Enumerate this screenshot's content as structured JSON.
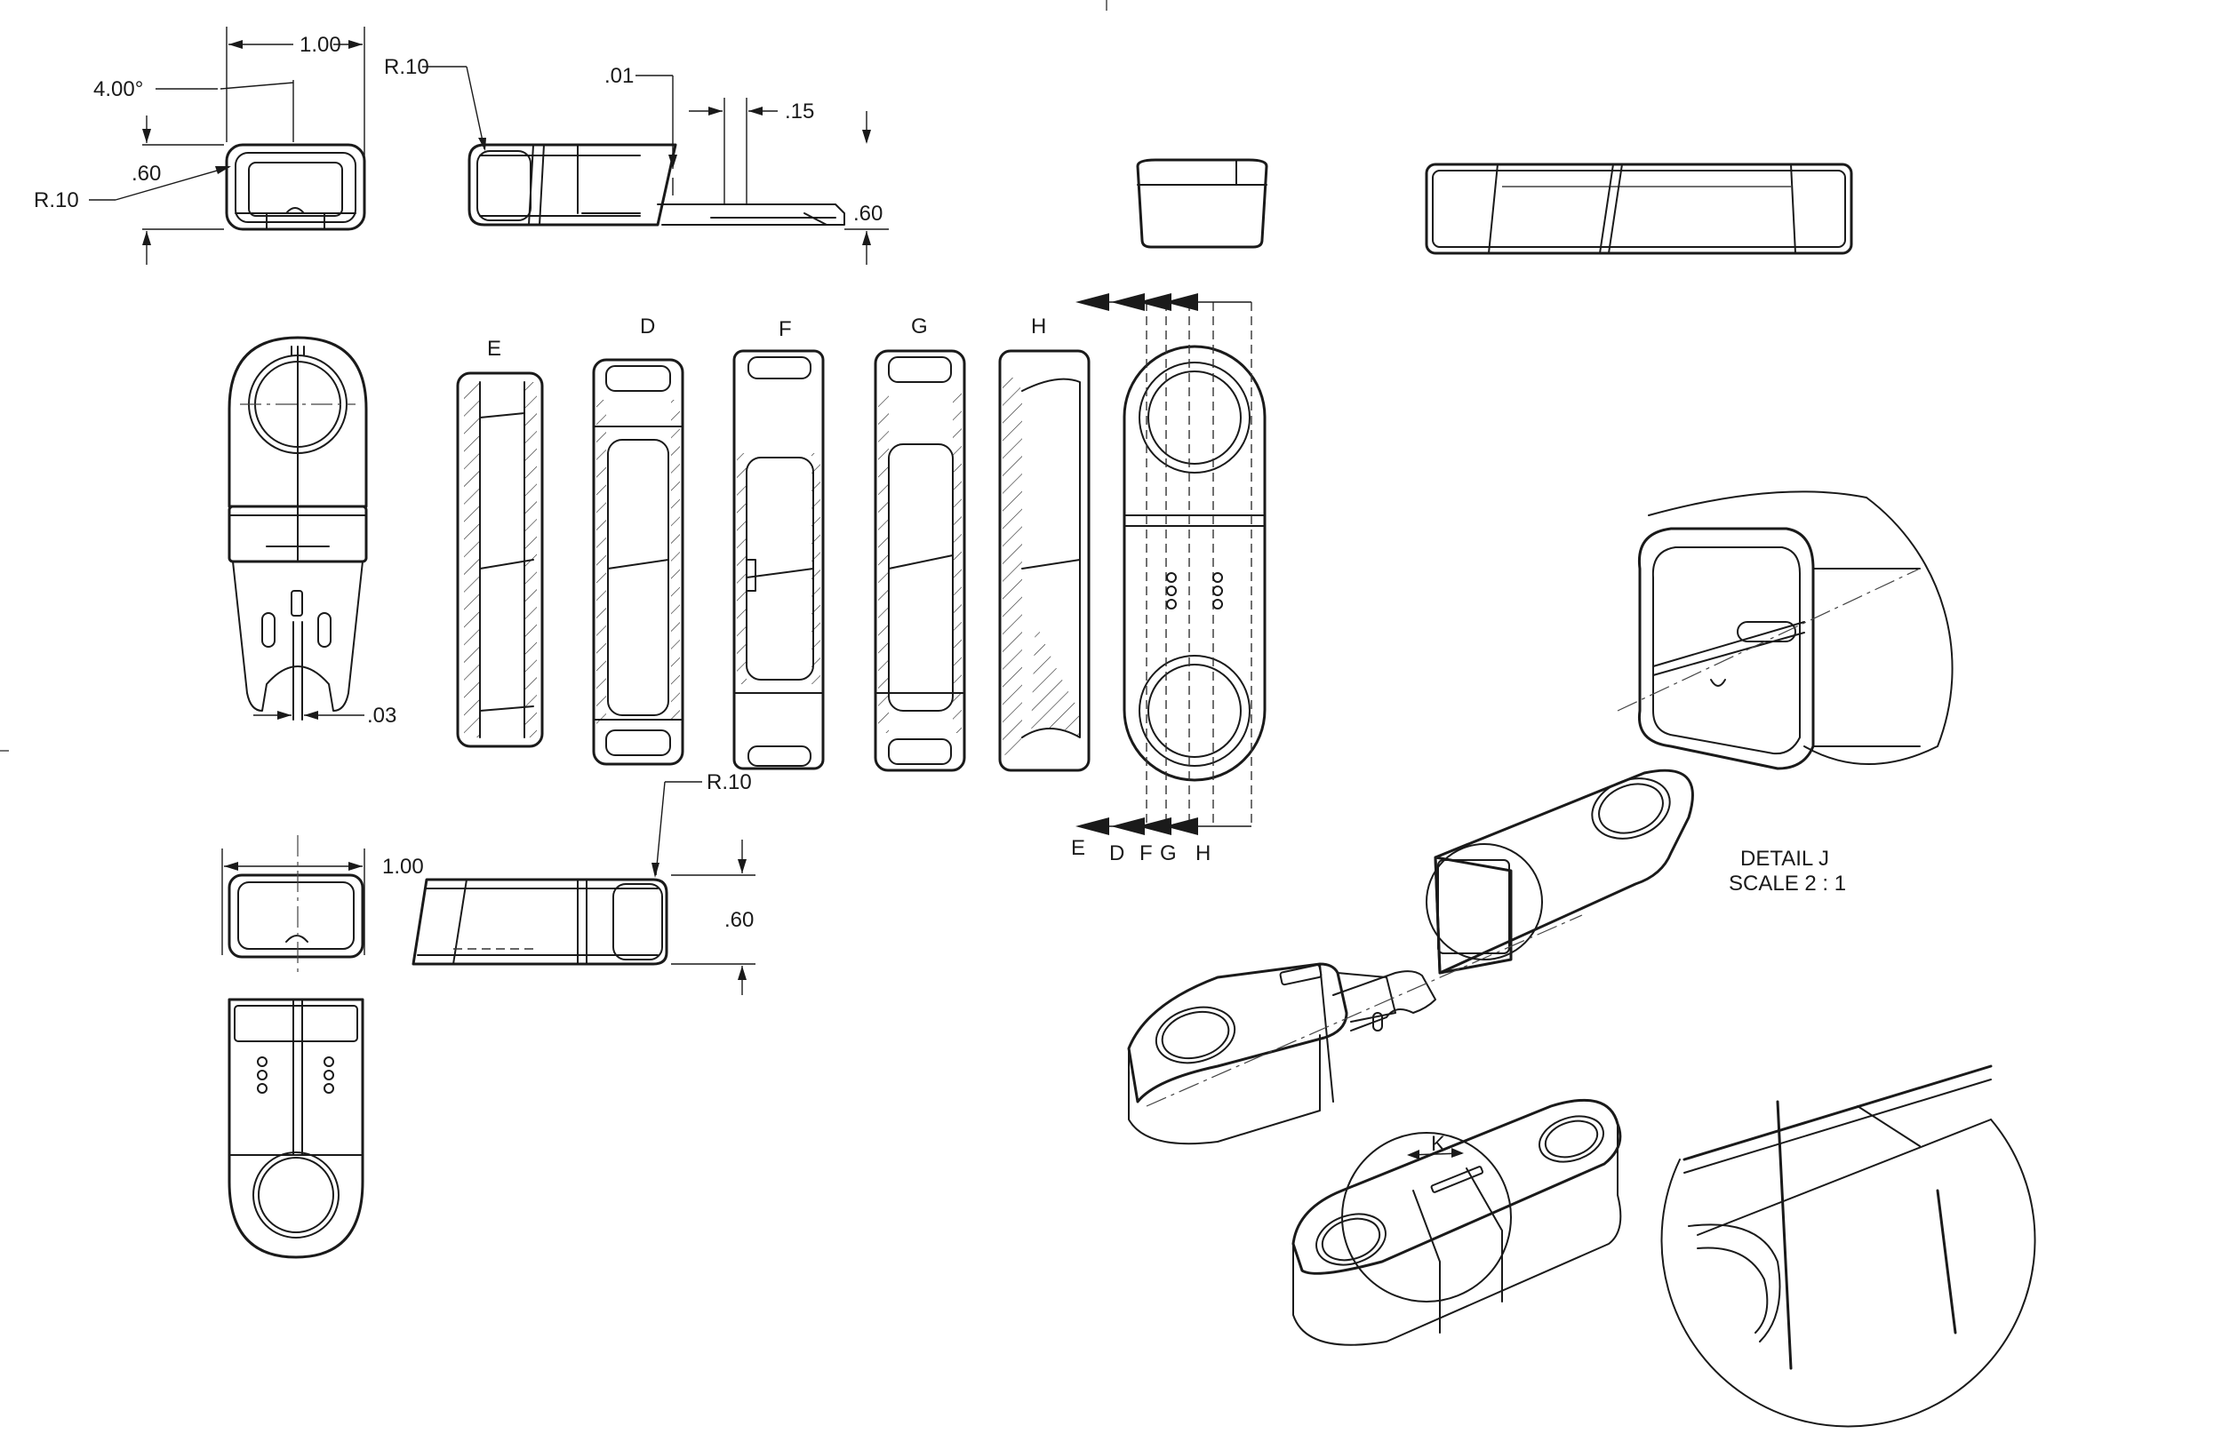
{
  "dimensions": {
    "top_width": "1.00",
    "top_angle": "4.00°",
    "top_radius_left": "R.10",
    "top_height_left": ".60",
    "top_radius_side": "R.10",
    "top_offset": ".01",
    "top_thickness": ".15",
    "top_height_right": ".60",
    "plan_gap": ".03",
    "bottom_width": "1.00",
    "bottom_radius": "R.10",
    "bottom_height": ".60"
  },
  "sections": {
    "top_labels": [
      "E",
      "D",
      "F",
      "G",
      "H"
    ],
    "bottom_labels": [
      "E",
      "D",
      "F",
      "G",
      "H"
    ]
  },
  "details": {
    "detail_title": "DETAIL J",
    "detail_scale": "SCALE 2 : 1",
    "detail_k_label": "K"
  }
}
